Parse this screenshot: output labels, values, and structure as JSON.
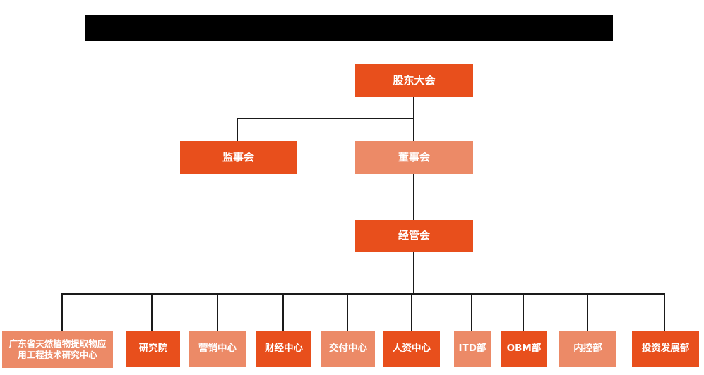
{
  "colors": {
    "primary_box": "#E84F1C",
    "secondary_box": "#EC8A67",
    "connector_line": "#1A1A1A",
    "redacted_title_bar": "#000000",
    "node_text": "#FFFFFF",
    "background": "#FFFFFF"
  },
  "org": {
    "level1": [
      {
        "label": "股东大会",
        "variant": "primary"
      }
    ],
    "level2": [
      {
        "label": "监事会",
        "variant": "primary"
      },
      {
        "label": "董事会",
        "variant": "secondary"
      }
    ],
    "level3": [
      {
        "label": "经管会",
        "variant": "primary"
      }
    ],
    "level4": [
      {
        "label": "广东省天然植物提取物应用工程技术研究中心",
        "variant": "secondary"
      },
      {
        "label": "研究院",
        "variant": "primary"
      },
      {
        "label": "营销中心",
        "variant": "secondary"
      },
      {
        "label": "财经中心",
        "variant": "primary"
      },
      {
        "label": "交付中心",
        "variant": "secondary"
      },
      {
        "label": "人资中心",
        "variant": "primary"
      },
      {
        "label": "ITD部",
        "variant": "secondary"
      },
      {
        "label": "OBM部",
        "variant": "primary"
      },
      {
        "label": "内控部",
        "variant": "secondary"
      },
      {
        "label": "投资发展部",
        "variant": "primary"
      }
    ],
    "edges": [
      {
        "from": "股东大会",
        "to": "监事会"
      },
      {
        "from": "股东大会",
        "to": "董事会"
      },
      {
        "from": "董事会",
        "to": "经管会"
      },
      {
        "from": "经管会",
        "to": "广东省天然植物提取物应用工程技术研究中心"
      },
      {
        "from": "经管会",
        "to": "研究院"
      },
      {
        "from": "经管会",
        "to": "营销中心"
      },
      {
        "from": "经管会",
        "to": "财经中心"
      },
      {
        "from": "经管会",
        "to": "交付中心"
      },
      {
        "from": "经管会",
        "to": "人资中心"
      },
      {
        "from": "经管会",
        "to": "ITD部"
      },
      {
        "from": "经管会",
        "to": "OBM部"
      },
      {
        "from": "经管会",
        "to": "内控部"
      },
      {
        "from": "经管会",
        "to": "投资发展部"
      }
    ]
  }
}
